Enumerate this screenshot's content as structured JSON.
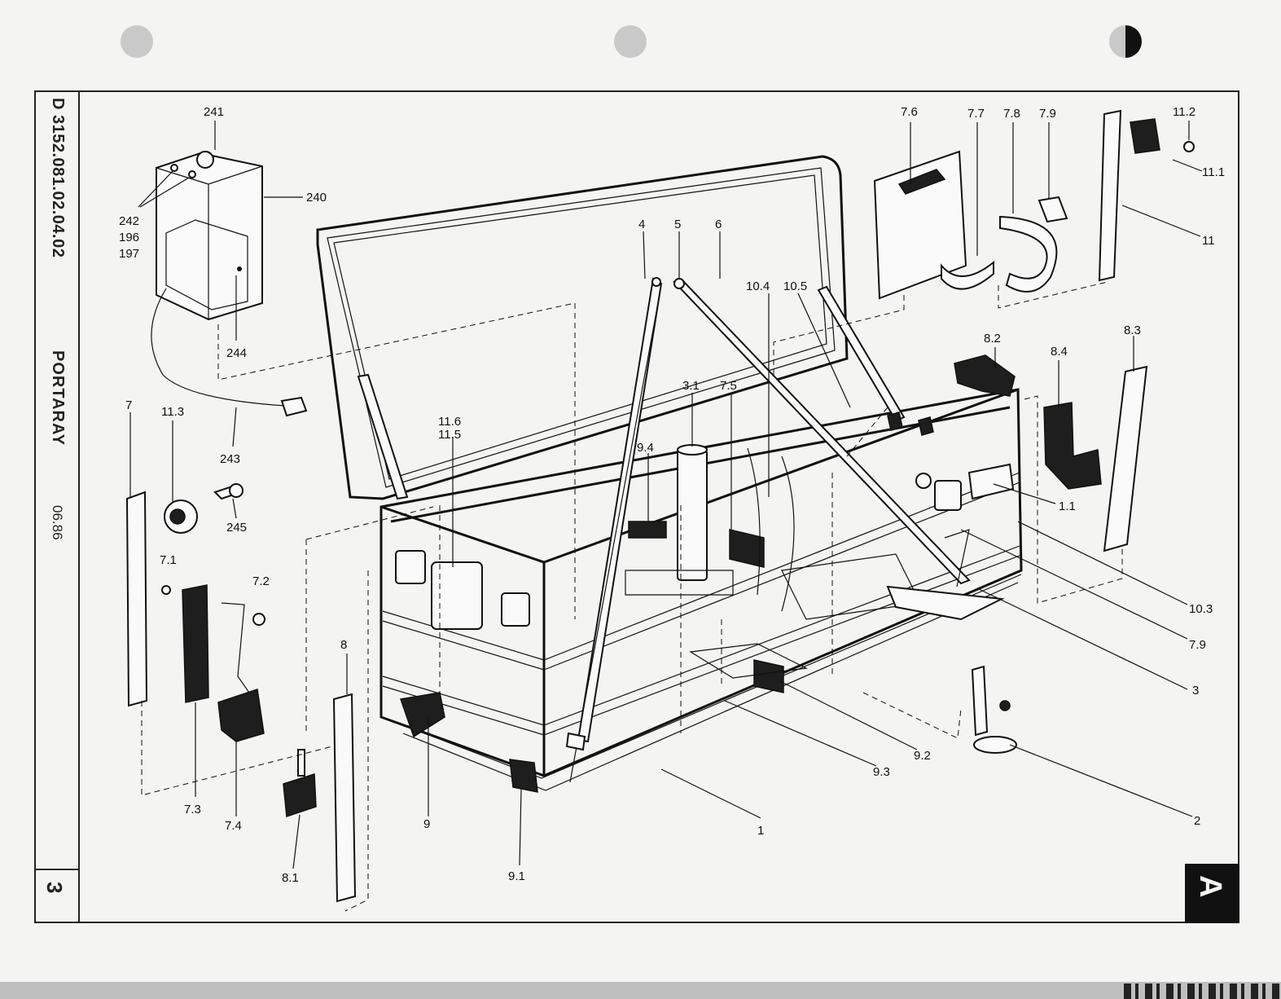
{
  "sidebar": {
    "doc_number": "D 3152.081.02.04.02",
    "title": "PORTARAY",
    "date": "06.86",
    "page": "3"
  },
  "tab": {
    "label": "A"
  },
  "callouts": [
    "241",
    "240",
    "242",
    "196",
    "197",
    "244",
    "243",
    "245",
    "7",
    "11.3",
    "7.1",
    "7.2",
    "7.3",
    "7.4",
    "8",
    "8.1",
    "11.6",
    "11.5",
    "9.4",
    "9",
    "9.1",
    "4",
    "5",
    "6",
    "3.1",
    "7.5",
    "10.4",
    "10.5",
    "7.6",
    "7.7",
    "7.8",
    "7.9",
    "11.2",
    "11.1",
    "11",
    "8.2",
    "8.4",
    "8.3",
    "1.1",
    "10.3",
    "7.9",
    "3",
    "9.2",
    "9.3",
    "1",
    "2"
  ]
}
